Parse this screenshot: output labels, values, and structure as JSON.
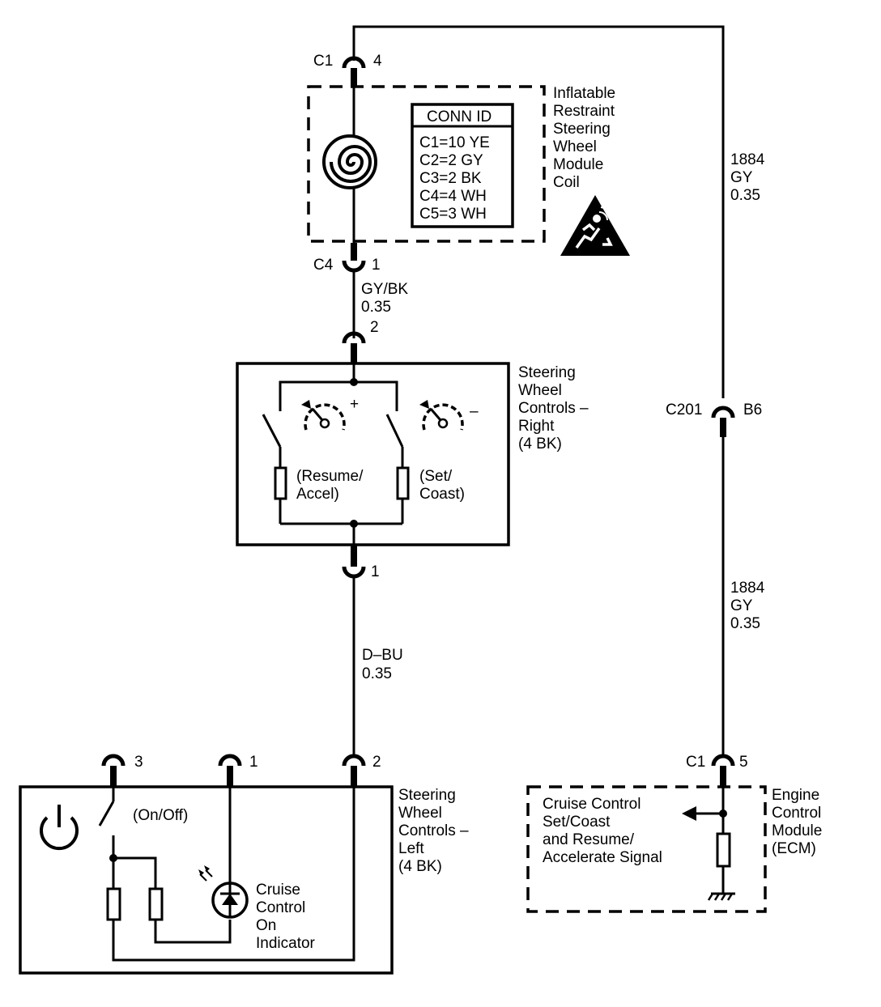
{
  "diagram": {
    "module_coil": {
      "name_lines": [
        "Inflatable",
        "Restraint",
        "Steering",
        "Wheel",
        "Module",
        "Coil"
      ],
      "conn_id_title": "CONN ID",
      "conn_id_rows": [
        "C1=10 YE",
        "C2=2 GY",
        "C3=2 BK",
        "C4=4 WH",
        "C5=3 WH"
      ]
    },
    "connectors": {
      "c1_top": {
        "name": "C1",
        "pin": "4"
      },
      "c4": {
        "name": "C4",
        "pin": "1"
      },
      "right_pin2": {
        "pin": "2"
      },
      "right_pin1": {
        "pin": "1"
      },
      "c201": {
        "name": "C201",
        "pin": "B6"
      },
      "left_pin3": {
        "pin": "3"
      },
      "left_pin1": {
        "pin": "1"
      },
      "left_pin2": {
        "pin": "2"
      },
      "c1_ecm": {
        "name": "C1",
        "pin": "5"
      }
    },
    "wires": {
      "gy_bk": {
        "color": "GY/BK",
        "size": "0.35"
      },
      "d_bu": {
        "color": "D–BU",
        "size": "0.35"
      },
      "w1884_top": {
        "circuit": "1884",
        "color": "GY",
        "size": "0.35"
      },
      "w1884_bottom": {
        "circuit": "1884",
        "color": "GY",
        "size": "0.35"
      }
    },
    "swc_right": {
      "name_lines": [
        "Steering",
        "Wheel",
        "Controls –",
        "Right",
        "(4 BK)"
      ],
      "plus": "+",
      "minus": "–",
      "resume_lines": [
        "(Resume/",
        "Accel)"
      ],
      "set_lines": [
        "(Set/",
        "Coast)"
      ]
    },
    "swc_left": {
      "name_lines": [
        "Steering",
        "Wheel",
        "Controls –",
        "Left",
        "(4 BK)"
      ],
      "onoff": "(On/Off)",
      "indicator_lines": [
        "Cruise",
        "Control",
        "On",
        "Indicator"
      ]
    },
    "ecm": {
      "name_lines": [
        "Engine",
        "Control",
        "Module",
        "(ECM)"
      ],
      "signal_lines": [
        "Cruise Control",
        "Set/Coast",
        "and Resume/",
        "Accelerate Signal"
      ]
    }
  }
}
